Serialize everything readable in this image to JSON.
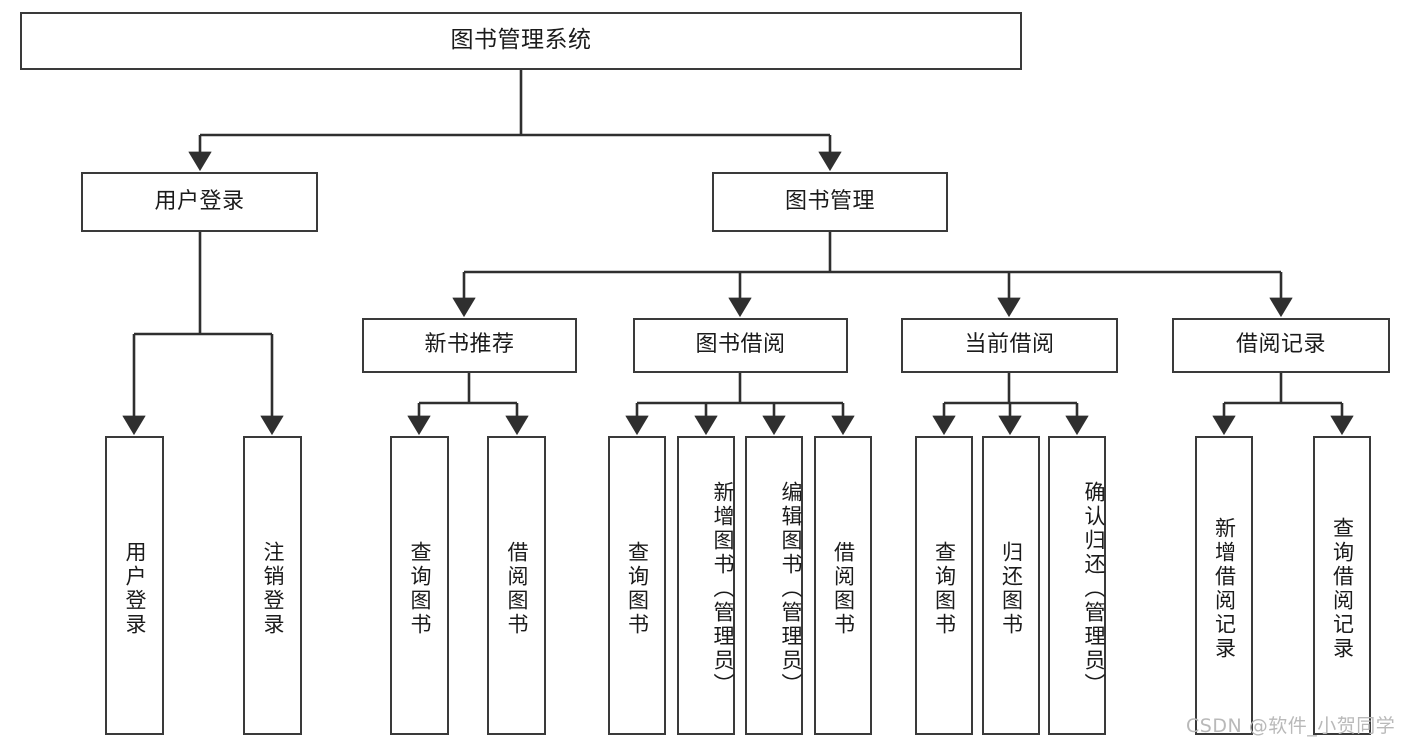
{
  "diagram": {
    "title": "图书管理系统",
    "type": "tree-hierarchy",
    "root": {
      "id": "root",
      "label": "图书管理系统"
    },
    "level1": [
      {
        "id": "user-login",
        "label": "用户登录"
      },
      {
        "id": "book-manage",
        "label": "图书管理"
      }
    ],
    "level2": [
      {
        "id": "new-book-rec",
        "label": "新书推荐",
        "parent": "book-manage"
      },
      {
        "id": "book-borrow",
        "label": "图书借阅",
        "parent": "book-manage"
      },
      {
        "id": "current-borrow",
        "label": "当前借阅",
        "parent": "book-manage"
      },
      {
        "id": "borrow-record",
        "label": "借阅记录",
        "parent": "book-manage"
      }
    ],
    "leaves": [
      {
        "id": "leaf-user-login",
        "label": "用户登录",
        "parent": "user-login"
      },
      {
        "id": "leaf-logout",
        "label": "注销登录",
        "parent": "user-login"
      },
      {
        "id": "leaf-query-book-1",
        "label": "查询图书",
        "parent": "new-book-rec"
      },
      {
        "id": "leaf-borrow-book-1",
        "label": "借阅图书",
        "parent": "new-book-rec"
      },
      {
        "id": "leaf-query-book-2",
        "label": "查询图书",
        "parent": "book-borrow"
      },
      {
        "id": "leaf-add-book",
        "label": "新增图书（管理员）",
        "parent": "book-borrow"
      },
      {
        "id": "leaf-edit-book",
        "label": "编辑图书（管理员）",
        "parent": "book-borrow"
      },
      {
        "id": "leaf-borrow-book-2",
        "label": "借阅图书",
        "parent": "book-borrow"
      },
      {
        "id": "leaf-query-book-3",
        "label": "查询图书",
        "parent": "current-borrow"
      },
      {
        "id": "leaf-return-book",
        "label": "归还图书",
        "parent": "current-borrow"
      },
      {
        "id": "leaf-confirm-return",
        "label": "确认归还（管理员）",
        "parent": "current-borrow"
      },
      {
        "id": "leaf-add-record",
        "label": "新增借阅记录",
        "parent": "borrow-record"
      },
      {
        "id": "leaf-query-record",
        "label": "查询借阅记录",
        "parent": "borrow-record"
      }
    ]
  },
  "watermark": {
    "text": "CSDN @软件_小贺同学"
  },
  "colors": {
    "box_border": "#3a3a3a",
    "box_fill": "#ffffff",
    "connector": "#2f2f2f",
    "text": "#1b1b1b",
    "watermark": "#b9b9b9",
    "background": "#ffffff"
  }
}
